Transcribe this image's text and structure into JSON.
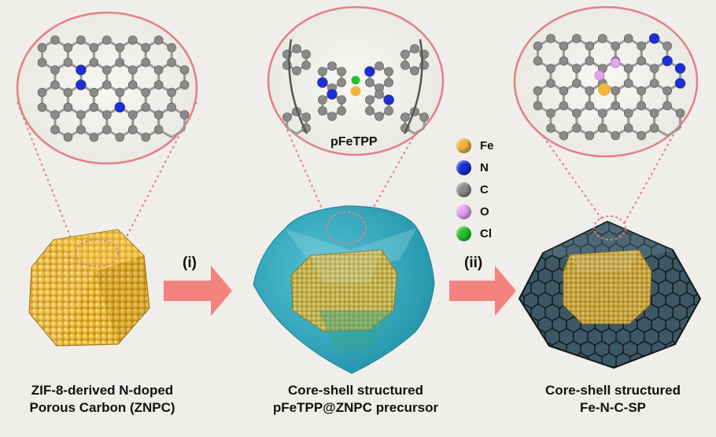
{
  "captions": {
    "znpc": [
      "ZIF-8-derived N-doped",
      "Porous Carbon (ZNPC)"
    ],
    "precursor": [
      "Core-shell structured",
      "pFeTPP@ZNPC precursor"
    ],
    "final": [
      "Core-shell structured",
      "Fe-N-C-SP"
    ]
  },
  "steps": {
    "step1": "(i)",
    "step2": "(ii)"
  },
  "molecule_label": "pFeTPP",
  "legend": [
    {
      "label": "Fe",
      "color": "#f2b53a"
    },
    {
      "label": "N",
      "color": "#1a2fd6"
    },
    {
      "label": "C",
      "color": "#8a8a8a"
    },
    {
      "label": "O",
      "color": "#e5a3f0"
    },
    {
      "label": "Cl",
      "color": "#22c42a"
    }
  ],
  "colors": {
    "gold": "#e8b52c",
    "shell_cyan": "#2aa6bd",
    "shell_dark": "#3a5662",
    "arrow": "#f4827e",
    "zoom_circle": "#e27f86",
    "nitrogen": "#1a2fd6",
    "carbon": "#8a8a8a"
  }
}
